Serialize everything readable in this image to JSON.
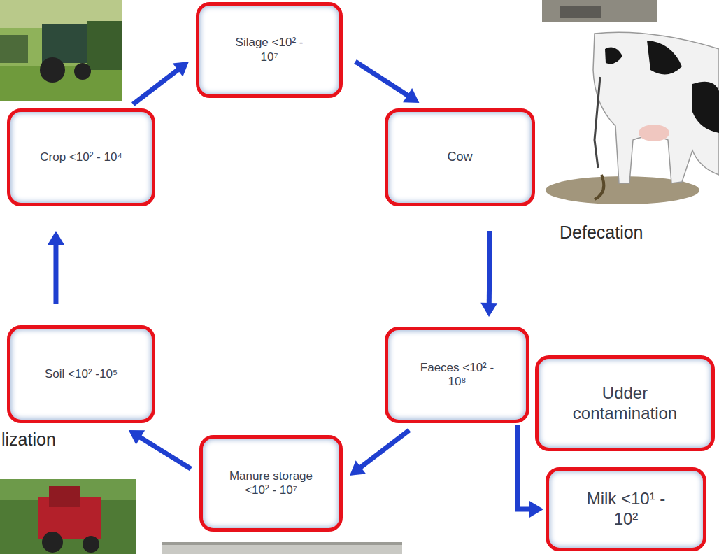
{
  "diagram": {
    "nodes": [
      {
        "text": [
          "Crop <10² - 10⁴"
        ]
      },
      {
        "text": [
          "Silage <10² - 10⁷"
        ]
      },
      {
        "text": [
          "Cow"
        ]
      },
      {
        "text": [
          "Faeces <10² - 10⁸"
        ]
      },
      {
        "text": [
          "Udder contamination"
        ]
      },
      {
        "text": [
          "Milk <10¹ - 10²"
        ]
      },
      {
        "text": [
          "Manure storage <10² - 10⁷"
        ]
      },
      {
        "text": [
          "Soil <10² -10⁵"
        ]
      }
    ],
    "edges": [
      {
        "from": 0,
        "to": 1,
        "arrow": "to"
      },
      {
        "from": 1,
        "to": 2,
        "arrow": "to"
      },
      {
        "from": 2,
        "to": 3,
        "arrow": "to"
      },
      {
        "from": 3,
        "to": 5,
        "arrow": "to"
      },
      {
        "from": 3,
        "to": 6,
        "arrow": "to"
      },
      {
        "from": 6,
        "to": 7,
        "arrow": "to"
      },
      {
        "from": 7,
        "to": 0,
        "arrow": "to"
      }
    ],
    "labels": [
      "Defecation",
      "lization"
    ]
  }
}
